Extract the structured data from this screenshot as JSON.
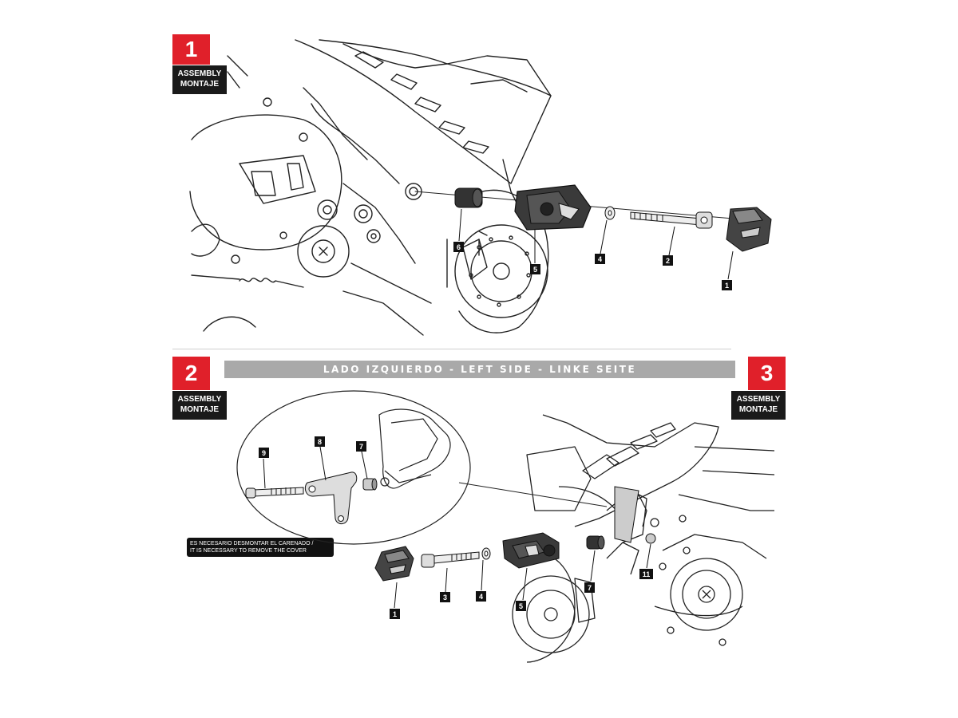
{
  "steps": [
    {
      "number": "1",
      "label_en": "ASSEMBLY",
      "label_es": "MONTAJE"
    },
    {
      "number": "2",
      "label_en": "ASSEMBLY",
      "label_es": "MONTAJE"
    },
    {
      "number": "3",
      "label_en": "ASSEMBLY",
      "label_es": "MONTAJE"
    }
  ],
  "banner": "LADO IZQUIERDO - LEFT SIDE - LINKE SEITE",
  "note": {
    "line1": "ES NECESARIO DESMONTAR EL CARENADO /",
    "line2": "IT IS NECESSARY TO REMOVE THE COVER"
  },
  "callouts_top": [
    "6",
    "5",
    "4",
    "2",
    "1"
  ],
  "callouts_detail": [
    "9",
    "8",
    "7"
  ],
  "callouts_bottom": [
    "1",
    "3",
    "4",
    "5",
    "7",
    "11"
  ],
  "colors": {
    "accent": "#e0202a",
    "label_bg": "#1a1a1a",
    "banner_bg": "#a9a9a9"
  }
}
